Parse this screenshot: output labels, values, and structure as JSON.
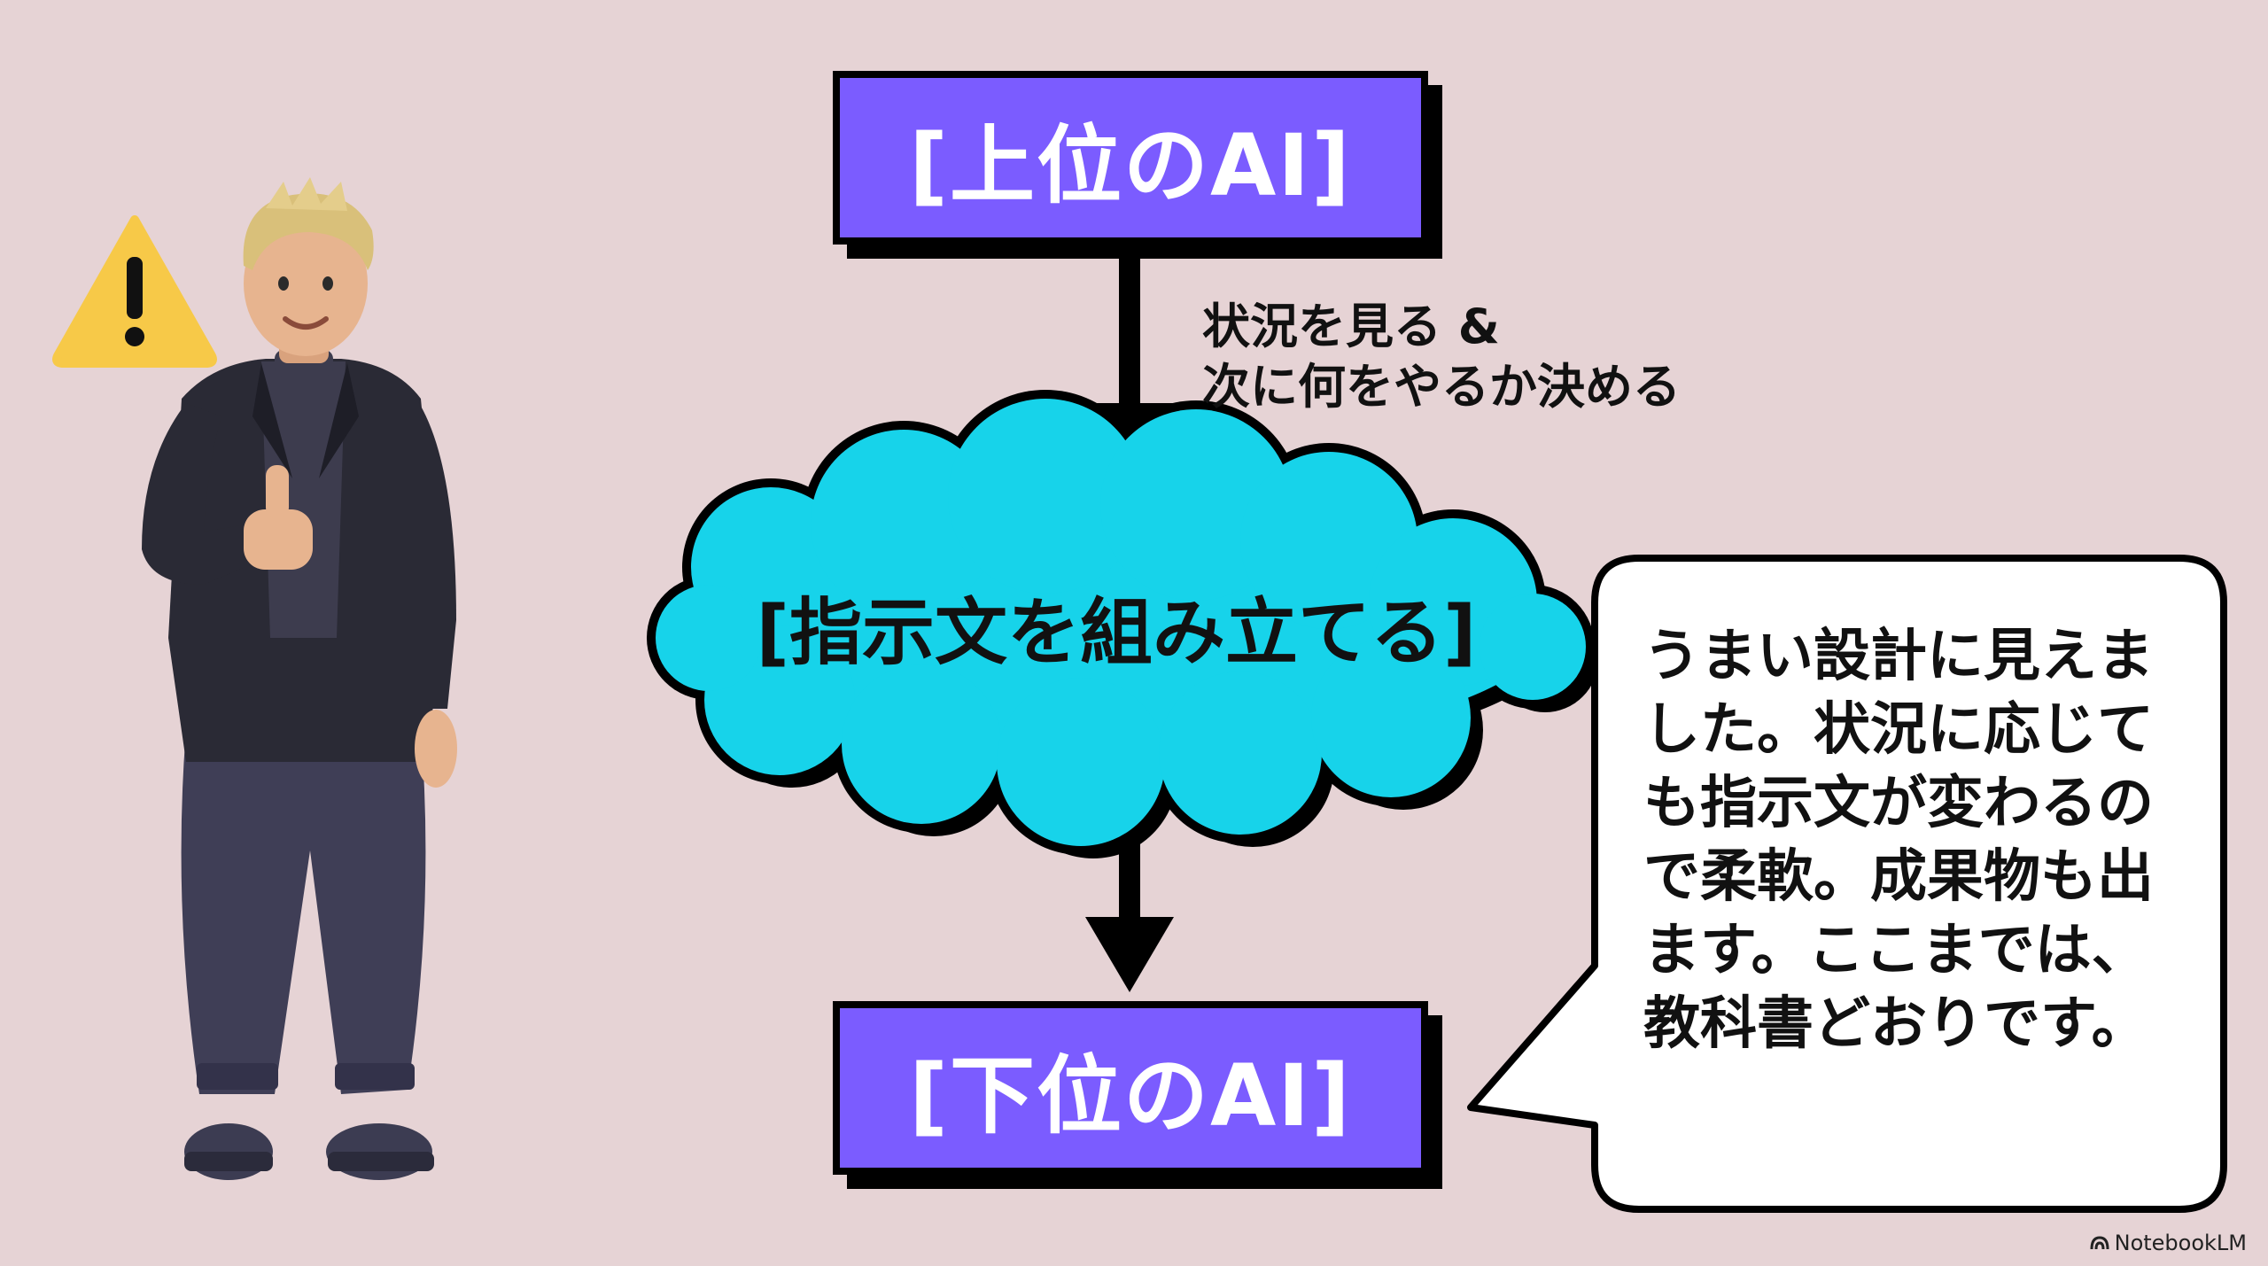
{
  "diagram": {
    "top_box": "[上位のAI]",
    "arrow_label_line1": "状況を見る &",
    "arrow_label_line2": "次に何をやるか決める",
    "cloud": "[指示文を組み立てる]",
    "bottom_box": "[下位のAI]"
  },
  "speech_bubble": {
    "text": "うまい設計に見えました。状況に応じても指示文が変わるので柔軟。成果物も出ます。ここまでは、教科書どおりです。"
  },
  "brand": {
    "name": "NotebookLM"
  },
  "colors": {
    "background": "#e6d3d5",
    "box_fill": "#7b5cff",
    "cloud_fill": "#17d3ea",
    "warning": "#f7c948",
    "outline": "#000000"
  },
  "icons": {
    "warning": "warning-icon",
    "brand": "notebooklm-logo-icon"
  }
}
